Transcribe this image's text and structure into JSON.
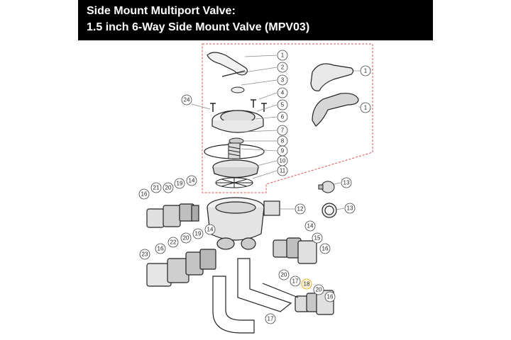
{
  "header": {
    "title": "Side Mount Multiport Valve:",
    "subtitle": "1.5 inch 6-Way Side Mount Valve (MPV03)"
  },
  "colors": {
    "header_bg": "#000000",
    "header_text": "#ffffff",
    "dashed_box": "#d9534f",
    "highlight_callout": "#f0a000"
  },
  "callouts": {
    "c1a": "1",
    "c2": "2",
    "c3": "3",
    "c4": "4",
    "c5": "5",
    "c6": "6",
    "c7": "7",
    "c8": "8",
    "c9": "9",
    "c10": "10",
    "c11": "11",
    "c1b": "1",
    "c1c": "1",
    "c24": "24",
    "c13a": "13",
    "c13b": "13",
    "c12": "12",
    "c16a": "16",
    "c21": "21",
    "c20a": "20",
    "c19a": "19",
    "c14a": "14",
    "c14b": "14",
    "c19b": "19",
    "c20b": "20",
    "c22": "22",
    "c16b": "16",
    "c23": "23",
    "c14c": "14",
    "c15": "15",
    "c16c": "16",
    "c20c": "20",
    "c17a": "17",
    "c18": "18",
    "c20d": "20",
    "c16d": "16",
    "c17b": "17"
  }
}
